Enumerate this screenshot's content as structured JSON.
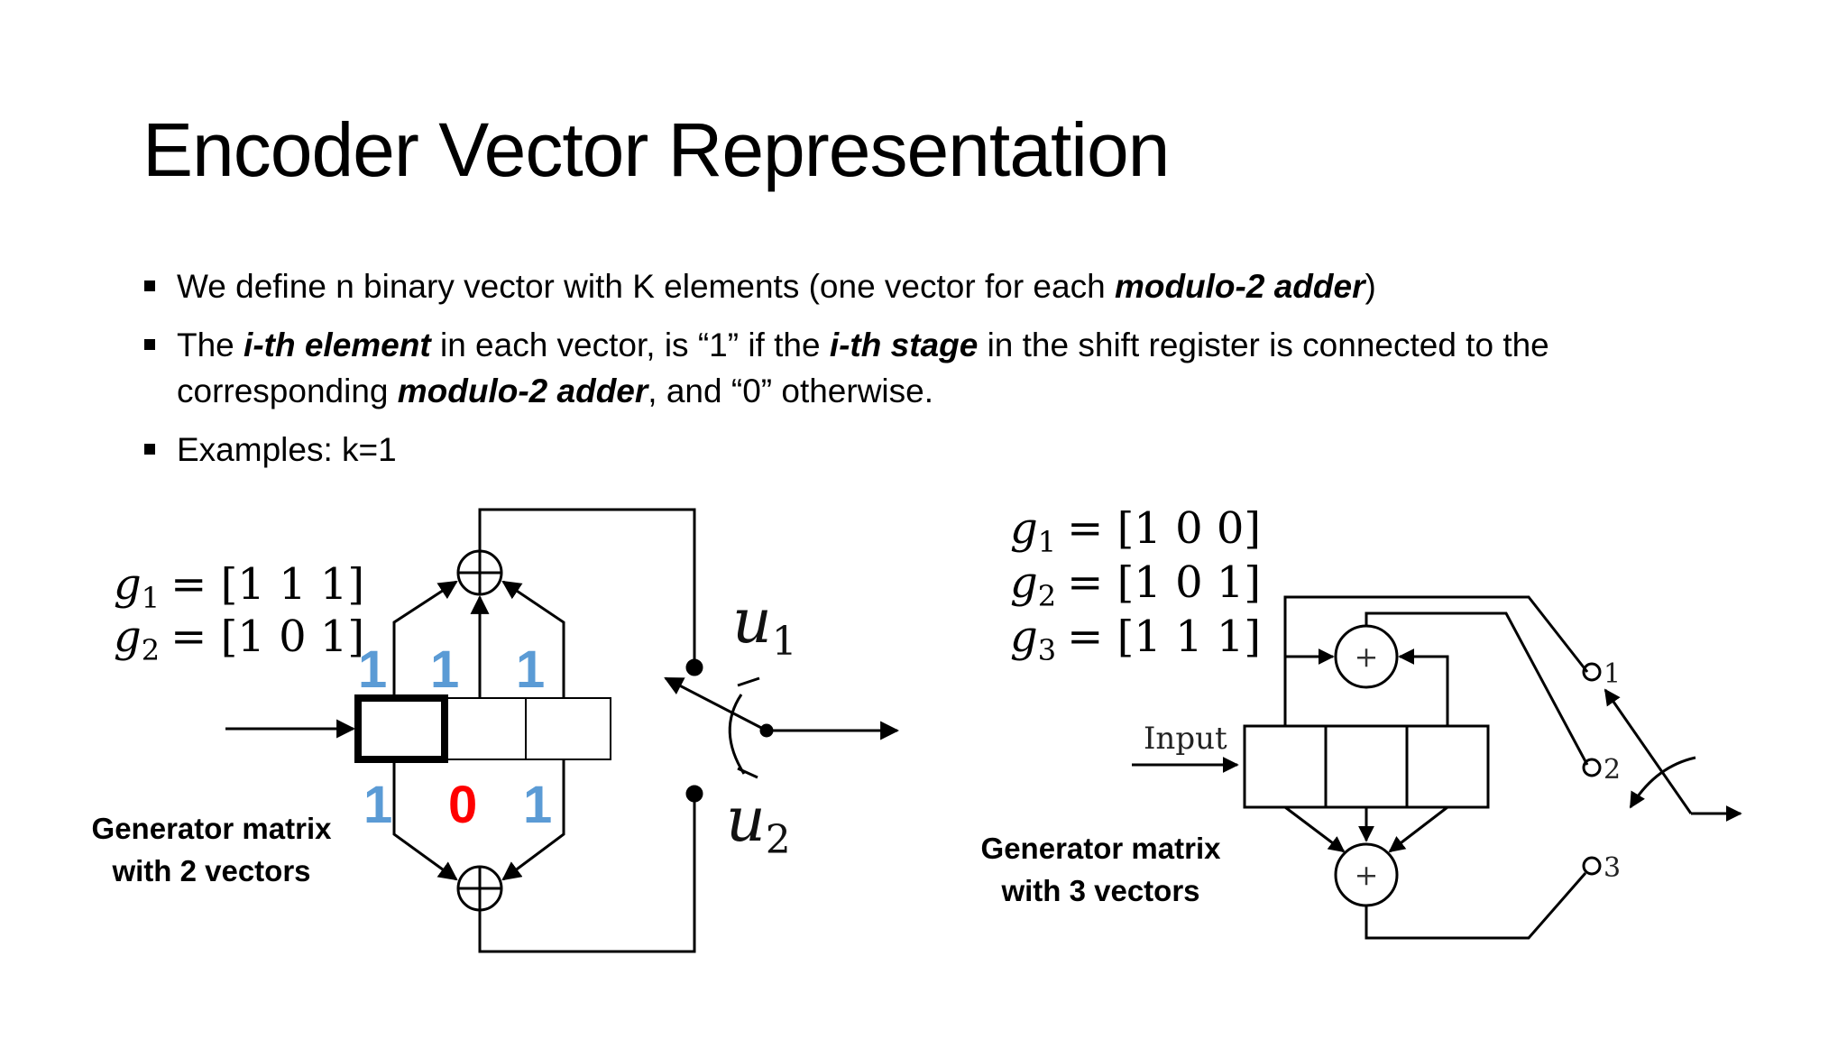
{
  "slide": {
    "title": "Encoder Vector Representation",
    "bullets": [
      {
        "parts": [
          {
            "text": "We define n binary vector with K elements (one vector for each "
          },
          {
            "text": "modulo-2 adder",
            "emph": true
          },
          {
            "text": ")"
          }
        ]
      },
      {
        "parts": [
          {
            "text": "The "
          },
          {
            "text": "i-th element",
            "emph": true
          },
          {
            "text": " in each vector, is “1” if the "
          },
          {
            "text": "i-th stage",
            "emph": true
          },
          {
            "text": " in the shift register is connected to the corresponding "
          },
          {
            "text": "modulo-2 adder",
            "emph": true
          },
          {
            "text": ", and “0” otherwise."
          }
        ]
      },
      {
        "parts": [
          {
            "text": "Examples: k=1"
          }
        ]
      }
    ]
  },
  "left_example": {
    "g1_label": "g",
    "g1_sub": "1",
    "g1_value": "= [1 1 1]",
    "g2_label": "g",
    "g2_sub": "2",
    "g2_value": "= [1 0 1]",
    "top_bits": [
      "1",
      "1",
      "1"
    ],
    "bottom_bits": [
      "1",
      "0",
      "1"
    ],
    "bit_colors": {
      "blue": "#5b9bd5",
      "red": "#ff0000"
    },
    "u1_label": "u",
    "u1_sub": "1",
    "u2_label": "u",
    "u2_sub": "2",
    "caption_line1": "Generator matrix",
    "caption_line2": "with 2 vectors"
  },
  "right_example": {
    "g1_label": "g",
    "g1_sub": "1",
    "g1_value": "= [1 0 0]",
    "g2_label": "g",
    "g2_sub": "2",
    "g2_value": "= [1 0 1]",
    "g3_label": "g",
    "g3_sub": "3",
    "g3_value": "= [1 1 1]",
    "input_label": "Input",
    "adder_symbol": "+",
    "output_1": "1",
    "output_2": "2",
    "output_3": "3",
    "caption_line1": "Generator matrix",
    "caption_line2": "with 3 vectors"
  }
}
